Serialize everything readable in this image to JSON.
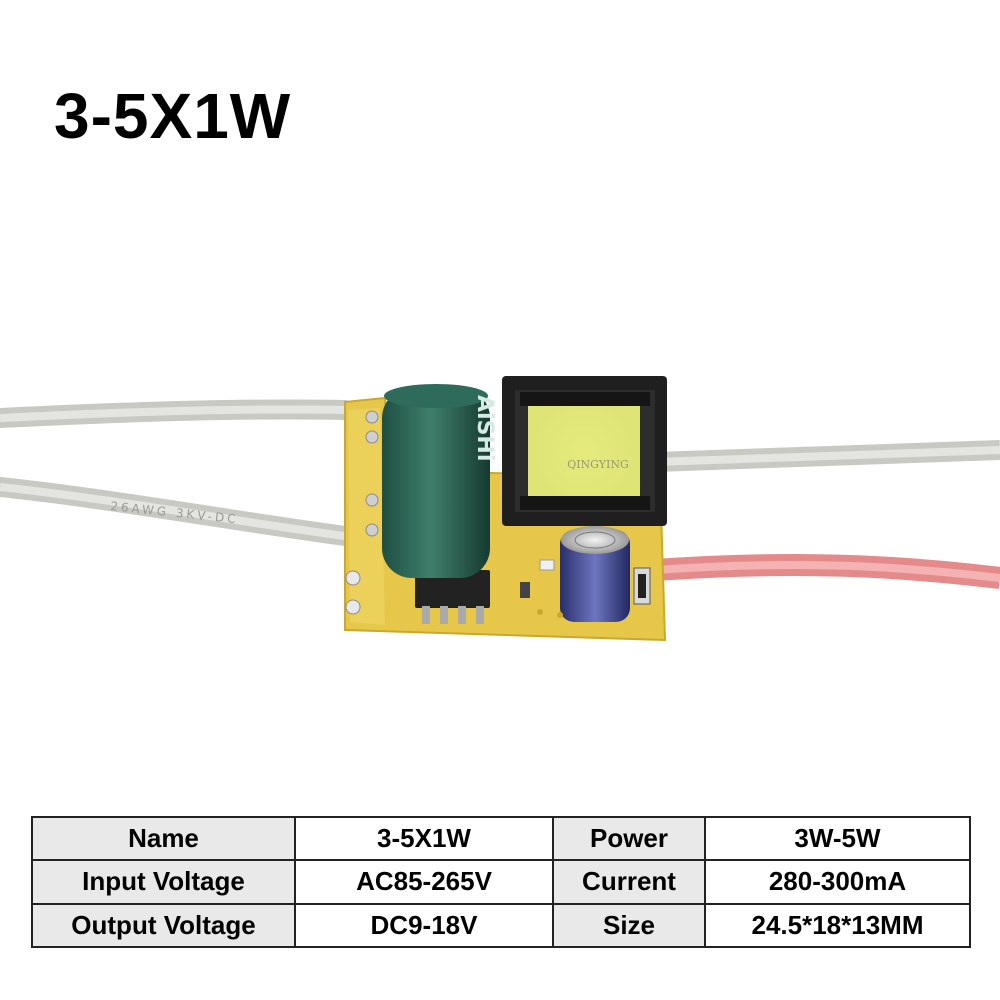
{
  "title": "3-5X1W",
  "product": {
    "capacitor_print": "AiSHi",
    "wire_print": "26AWG 3KV-DC",
    "watermark": "QINGYING"
  },
  "specs": [
    {
      "label1": "Name",
      "value1": "3-5X1W",
      "label2": "Power",
      "value2": "3W-5W"
    },
    {
      "label1": "Input Voltage",
      "value1": "AC85-265V",
      "label2": "Current",
      "value2": "280-300mA"
    },
    {
      "label1": "Output Voltage",
      "value1": "DC9-18V",
      "label2": "Size",
      "value2": "24.5*18*13MM"
    }
  ]
}
